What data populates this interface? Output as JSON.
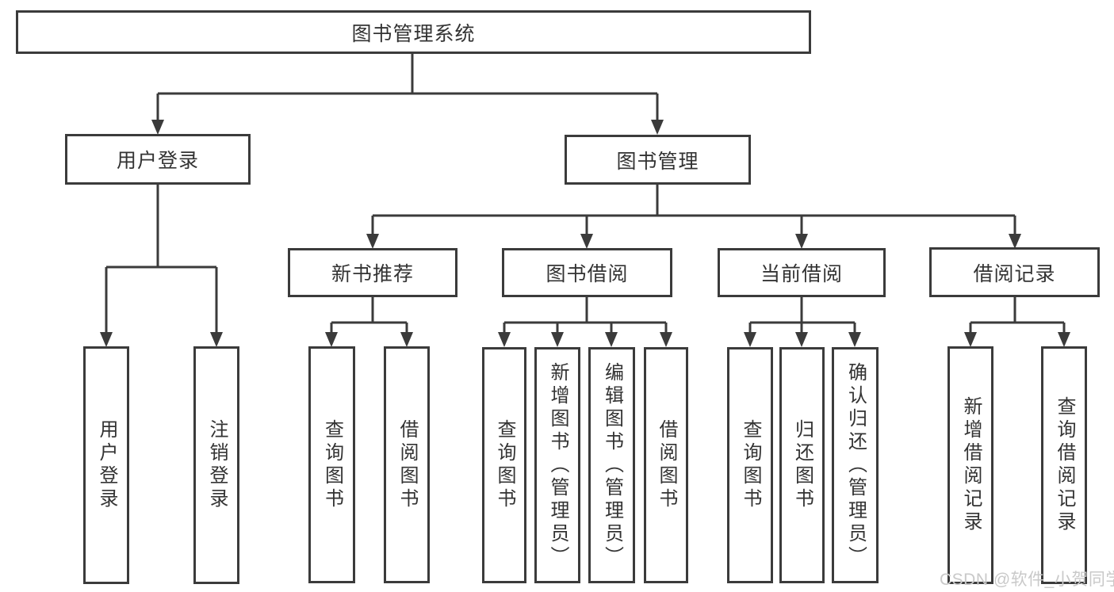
{
  "diagram_title": "图书管理系统",
  "watermark": "CSDN @软件_小贺同学",
  "colors": {
    "line": "#3b3b3b",
    "box_border": "#3b3b3b",
    "box_background": "#ffffff",
    "text": "#333333",
    "watermark": "#c9c9c9"
  },
  "nodes": {
    "root": {
      "label": "图书管理系统"
    },
    "user_login": {
      "label": "用户登录"
    },
    "book_mgmt": {
      "label": "图书管理"
    },
    "user_login_leaf": {
      "label": "用户登录"
    },
    "logout_leaf": {
      "label": "注销登录"
    },
    "new_books": {
      "label": "新书推荐"
    },
    "book_borrow": {
      "label": "图书借阅"
    },
    "current_borrow": {
      "label": "当前借阅"
    },
    "borrow_records": {
      "label": "借阅记录"
    },
    "nb_query_book": {
      "label": "查询图书"
    },
    "nb_borrow_book": {
      "label": "借阅图书"
    },
    "bb_query_book": {
      "label": "查询图书"
    },
    "bb_add_book": {
      "label": "新增图书（管理员）"
    },
    "bb_edit_book": {
      "label": "编辑图书（管理员）"
    },
    "bb_borrow_book": {
      "label": "借阅图书"
    },
    "cb_query_book": {
      "label": "查询图书"
    },
    "cb_return_book": {
      "label": "归还图书"
    },
    "cb_confirm_return": {
      "label": "确认归还（管理员）"
    },
    "br_add_record": {
      "label": "新增借阅记录"
    },
    "br_query_record": {
      "label": "查询借阅记录"
    }
  },
  "hierarchy": {
    "图书管理系统": {
      "用户登录": [
        "用户登录",
        "注销登录"
      ],
      "图书管理": {
        "新书推荐": [
          "查询图书",
          "借阅图书"
        ],
        "图书借阅": [
          "查询图书",
          "新增图书（管理员）",
          "编辑图书（管理员）",
          "借阅图书"
        ],
        "当前借阅": [
          "查询图书",
          "归还图书",
          "确认归还（管理员）"
        ],
        "借阅记录": [
          "新增借阅记录",
          "查询借阅记录"
        ]
      }
    }
  }
}
